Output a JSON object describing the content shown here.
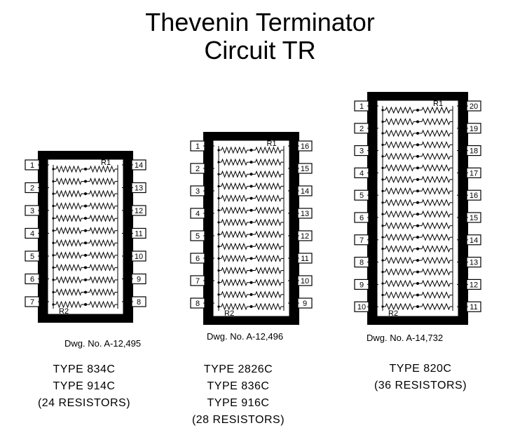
{
  "title": {
    "line1": "Thevenin Terminator",
    "line2": "Circuit TR"
  },
  "packages": [
    {
      "id": "a",
      "pins": 14,
      "left_pins": [
        "1",
        "2",
        "3",
        "4",
        "5",
        "6",
        "7"
      ],
      "right_pins": [
        "14",
        "13",
        "12",
        "11",
        "10",
        "9",
        "8"
      ],
      "r1_label": "R1",
      "r2_label": "R2",
      "drawing": "Dwg. No. A-12,495",
      "types": [
        "TYPE 834C",
        "TYPE 914C",
        "(24 RESISTORS)"
      ]
    },
    {
      "id": "b",
      "pins": 16,
      "left_pins": [
        "1",
        "2",
        "3",
        "4",
        "5",
        "6",
        "7",
        "8"
      ],
      "right_pins": [
        "16",
        "15",
        "14",
        "13",
        "12",
        "11",
        "10",
        "9"
      ],
      "r1_label": "R1",
      "r2_label": "R2",
      "drawing": "Dwg. No. A-12,496",
      "types": [
        "TYPE 2826C",
        "TYPE 836C",
        "TYPE 916C",
        "(28 RESISTORS)"
      ]
    },
    {
      "id": "c",
      "pins": 20,
      "left_pins": [
        "1",
        "2",
        "3",
        "4",
        "5",
        "6",
        "7",
        "8",
        "9",
        "10"
      ],
      "right_pins": [
        "20",
        "19",
        "18",
        "17",
        "16",
        "15",
        "14",
        "13",
        "12",
        "11"
      ],
      "r1_label": "R1",
      "r2_label": "R2",
      "drawing": "Dwg. No. A-14,732",
      "types": [
        "TYPE 820C",
        "(36 RESISTORS)"
      ]
    }
  ]
}
